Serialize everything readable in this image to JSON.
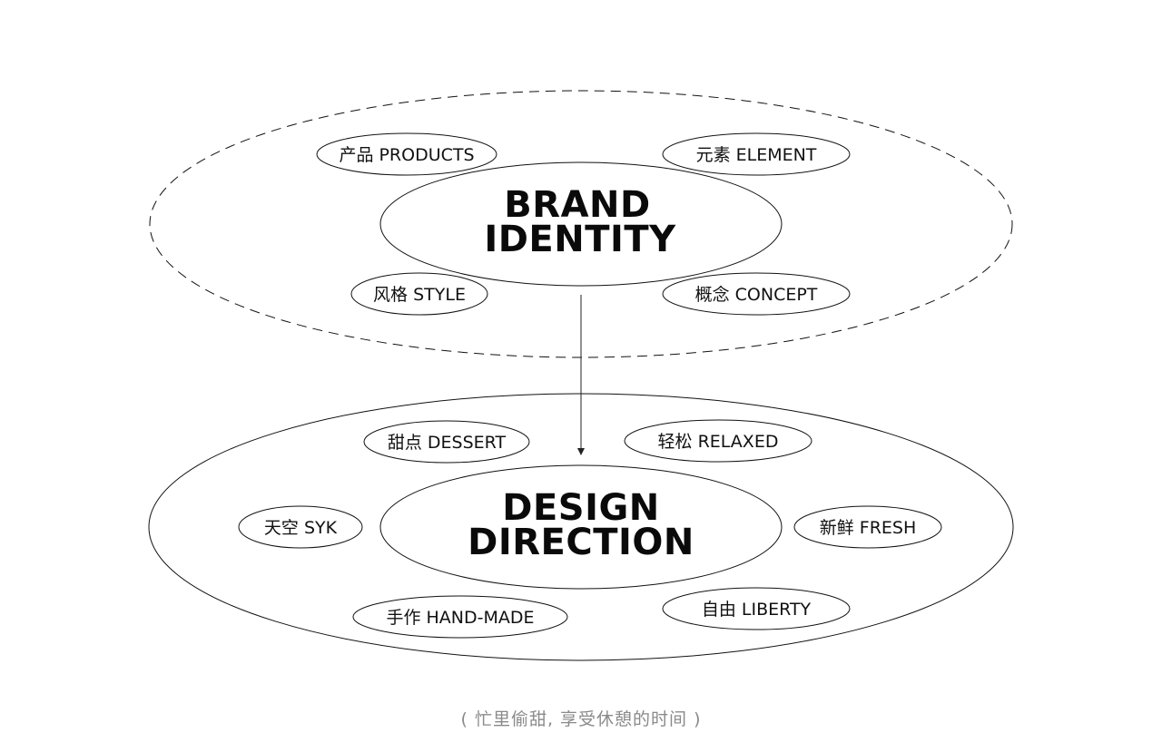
{
  "top_group": {
    "core": {
      "lines": [
        "BRAND",
        "IDENTITY"
      ]
    },
    "tags": [
      {
        "key": "products",
        "label": "产品 PRODUCTS"
      },
      {
        "key": "element",
        "label": "元素 ELEMENT"
      },
      {
        "key": "style",
        "label": "风格 STYLE"
      },
      {
        "key": "concept",
        "label": "概念 CONCEPT"
      }
    ]
  },
  "bottom_group": {
    "core": {
      "lines": [
        "DESIGN",
        "DIRECTION"
      ]
    },
    "tags": [
      {
        "key": "dessert",
        "label": "甜点 DESSERT"
      },
      {
        "key": "relaxed",
        "label": "轻松 RELAXED"
      },
      {
        "key": "sky",
        "label": "天空 SYK"
      },
      {
        "key": "fresh",
        "label": "新鲜 FRESH"
      },
      {
        "key": "hand-made",
        "label": "手作 HAND-MADE"
      },
      {
        "key": "liberty",
        "label": "自由 LIBERTY"
      }
    ]
  },
  "caption": "( 忙里偷甜, 享受休憩的时间 )",
  "colors": {
    "stroke": "#111111",
    "text": "#111111",
    "caption": "#8a8a8a",
    "background": "#ffffff"
  }
}
